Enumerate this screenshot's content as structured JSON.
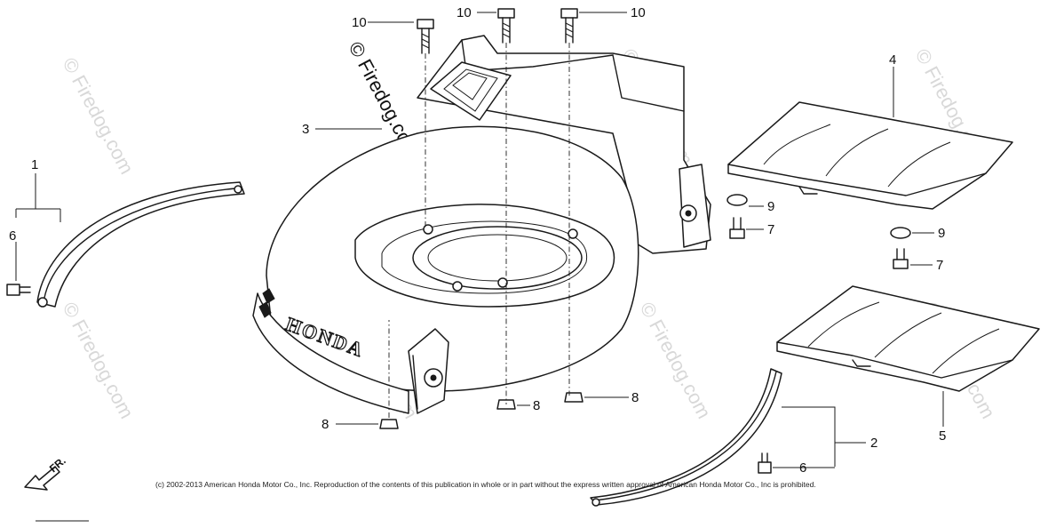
{
  "diagram": {
    "watermark_main": "© Firedog.com",
    "watermark_repeat": "© Firedog.com",
    "copyright": "(c) 2002-2013 American Honda Motor Co., Inc. Reproduction of the contents of this publication in whole or in part without the express written approval of American Honda Motor Co., Inc is prohibited.",
    "brand_label": "HONDA",
    "direction_label": "FR.",
    "callouts": {
      "c1": "1",
      "c2": "2",
      "c3": "3",
      "c4": "4",
      "c5": "5",
      "c6a": "6",
      "c6b": "6",
      "c7a": "7",
      "c7b": "7",
      "c8a": "8",
      "c8b": "8",
      "c8c": "8",
      "c9a": "9",
      "c9b": "9",
      "c10a": "10",
      "c10b": "10",
      "c10c": "10"
    }
  }
}
